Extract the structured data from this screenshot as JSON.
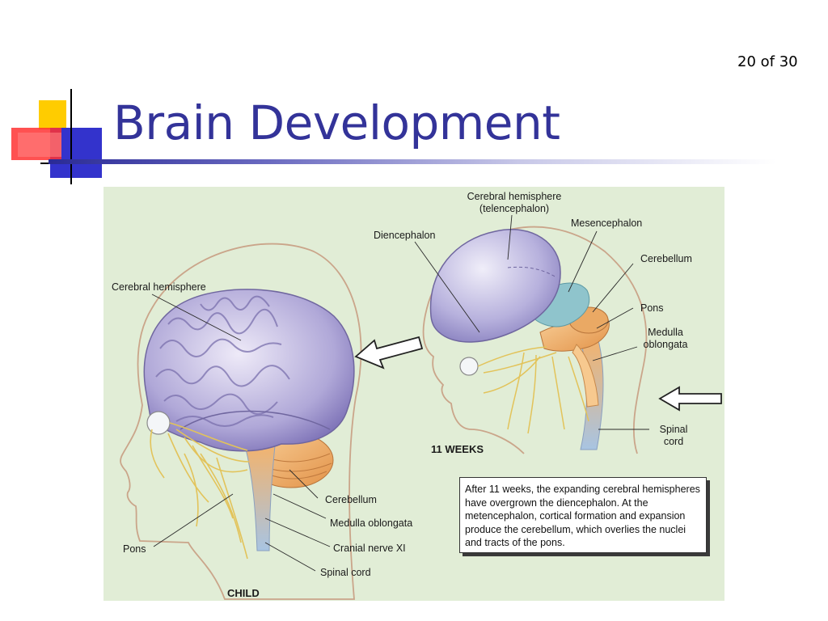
{
  "slide": {
    "page_indicator": "20 of 30",
    "title": "Brain Development"
  },
  "figure": {
    "labels": {
      "child_cerebral_hemisphere": "Cerebral hemisphere",
      "child_cerebellum": "Cerebellum",
      "child_medulla": "Medulla oblongata",
      "child_cranial_nerve": "Cranial nerve XI",
      "child_pons": "Pons",
      "child_spinal_cord": "Spinal cord",
      "child_stage": "CHILD",
      "fetal_cerebral_hemisphere_line1": "Cerebral hemisphere",
      "fetal_cerebral_hemisphere_line2": "(telencephalon)",
      "fetal_diencephalon": "Diencephalon",
      "fetal_mesencephalon": "Mesencephalon",
      "fetal_cerebellum": "Cerebellum",
      "fetal_pons": "Pons",
      "fetal_medulla_line1": "Medulla",
      "fetal_medulla_line2": "oblongata",
      "fetal_spinal_line1": "Spinal",
      "fetal_spinal_line2": "cord",
      "fetal_stage": "11 WEEKS"
    },
    "caption": "After 11 weeks, the expanding cerebral hemispheres have overgrown the diencephalon. At the metencephalon, cortical formation and expansion produce the cerebellum, which overlies the nuclei and tracts of the pons."
  }
}
